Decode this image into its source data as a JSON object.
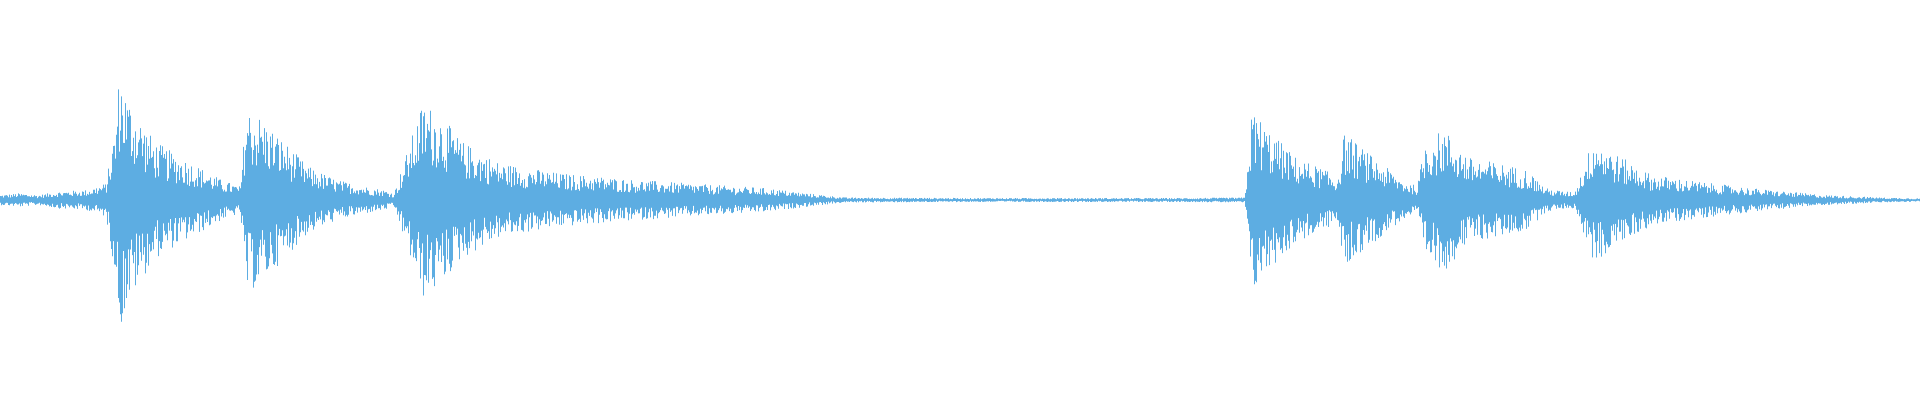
{
  "waveform": {
    "color": "#5dade2",
    "background": "#ffffff",
    "duration_fraction_envelope": [
      [
        0.0,
        0.03
      ],
      [
        0.01,
        0.04
      ],
      [
        0.02,
        0.03
      ],
      [
        0.03,
        0.05
      ],
      [
        0.045,
        0.06
      ],
      [
        0.055,
        0.1
      ],
      [
        0.06,
        0.45
      ],
      [
        0.062,
        0.78
      ],
      [
        0.066,
        0.62
      ],
      [
        0.072,
        0.5
      ],
      [
        0.08,
        0.35
      ],
      [
        0.09,
        0.28
      ],
      [
        0.1,
        0.22
      ],
      [
        0.115,
        0.12
      ],
      [
        0.125,
        0.08
      ],
      [
        0.128,
        0.55
      ],
      [
        0.135,
        0.5
      ],
      [
        0.145,
        0.38
      ],
      [
        0.16,
        0.2
      ],
      [
        0.175,
        0.12
      ],
      [
        0.19,
        0.08
      ],
      [
        0.2,
        0.06
      ],
      [
        0.205,
        0.04
      ],
      [
        0.22,
        0.58
      ],
      [
        0.228,
        0.52
      ],
      [
        0.24,
        0.35
      ],
      [
        0.26,
        0.22
      ],
      [
        0.29,
        0.16
      ],
      [
        0.33,
        0.12
      ],
      [
        0.37,
        0.09
      ],
      [
        0.4,
        0.07
      ],
      [
        0.42,
        0.04
      ],
      [
        0.44,
        0.015
      ],
      [
        0.5,
        0.012
      ],
      [
        0.56,
        0.012
      ],
      [
        0.62,
        0.012
      ],
      [
        0.648,
        0.015
      ],
      [
        0.652,
        0.55
      ],
      [
        0.66,
        0.42
      ],
      [
        0.675,
        0.25
      ],
      [
        0.69,
        0.18
      ],
      [
        0.696,
        0.12
      ],
      [
        0.7,
        0.4
      ],
      [
        0.712,
        0.28
      ],
      [
        0.73,
        0.12
      ],
      [
        0.738,
        0.08
      ],
      [
        0.742,
        0.35
      ],
      [
        0.752,
        0.42
      ],
      [
        0.765,
        0.25
      ],
      [
        0.78,
        0.22
      ],
      [
        0.795,
        0.18
      ],
      [
        0.805,
        0.07
      ],
      [
        0.815,
        0.05
      ],
      [
        0.82,
        0.05
      ],
      [
        0.83,
        0.38
      ],
      [
        0.84,
        0.28
      ],
      [
        0.86,
        0.15
      ],
      [
        0.89,
        0.1
      ],
      [
        0.92,
        0.06
      ],
      [
        0.95,
        0.03
      ],
      [
        0.98,
        0.015
      ],
      [
        1.0,
        0.01
      ]
    ]
  }
}
